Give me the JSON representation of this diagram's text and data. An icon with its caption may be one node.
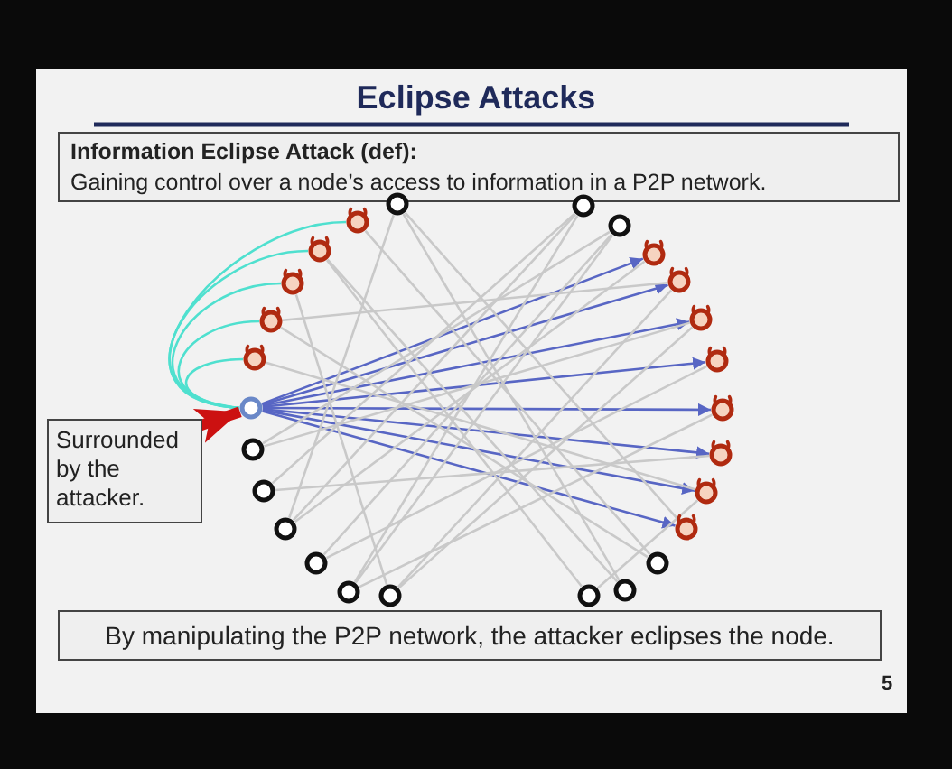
{
  "diagram": {
    "title": "Eclipse Attacks",
    "nodes": [
      {
        "text": [
          "Information Eclipse Attack (def):",
          "Gaining control over a node’s access to information in a P2P network."
        ]
      },
      {
        "text": [],
        "shape": "circle"
      },
      {
        "text": [],
        "shape": "circle"
      },
      {
        "text": [],
        "shape": "circle"
      },
      {
        "text": [],
        "shape": "circle"
      },
      {
        "text": [],
        "shape": "circle"
      },
      {
        "text": [],
        "shape": "circle"
      },
      {
        "text": [],
        "shape": "circle"
      },
      {
        "text": [],
        "shape": "circle"
      },
      {
        "text": [],
        "shape": "circle"
      },
      {
        "text": [],
        "shape": "circle"
      },
      {
        "text": [],
        "shape": "circle"
      },
      {
        "text": [],
        "shape": "circle"
      },
      {
        "text": [],
        "shape": "circle"
      },
      {
        "text": [],
        "shape": "circle"
      },
      {
        "text": [],
        "shape": "circle"
      },
      {
        "text": [],
        "shape": "circle"
      },
      {
        "text": [],
        "shape": "circle"
      },
      {
        "text": [],
        "shape": "circle"
      },
      {
        "text": [],
        "shape": "circle"
      },
      {
        "text": [],
        "shape": "circle"
      },
      {
        "text": [],
        "shape": "circle"
      },
      {
        "text": [],
        "shape": "circle"
      },
      {
        "text": [],
        "shape": "circle"
      },
      {
        "text": [],
        "shape": "circle"
      },
      {
        "text": [],
        "shape": "circle"
      },
      {
        "text": [],
        "shape": "circle"
      },
      {
        "text": [
          "Surrounded by the attacker."
        ]
      },
      {
        "text": [
          "By manipulating the P2P network, the attacker eclipses the node."
        ]
      }
    ],
    "edges": [
      {
        "from": 1,
        "to": 2,
        "arrow": "none",
        "color": "#4fe0cf"
      },
      {
        "from": 1,
        "to": 3,
        "arrow": "none",
        "color": "#4fe0cf"
      },
      {
        "from": 1,
        "to": 4,
        "arrow": "none",
        "color": "#4fe0cf"
      },
      {
        "from": 1,
        "to": 5,
        "arrow": "none",
        "color": "#4fe0cf"
      },
      {
        "from": 1,
        "to": 6,
        "arrow": "none",
        "color": "#4fe0cf"
      },
      {
        "from": 1,
        "to": 10,
        "arrow": "to",
        "color": "#5866c4"
      },
      {
        "from": 1,
        "to": 11,
        "arrow": "to",
        "color": "#5866c4"
      },
      {
        "from": 1,
        "to": 12,
        "arrow": "to",
        "color": "#5866c4"
      },
      {
        "from": 1,
        "to": 13,
        "arrow": "to",
        "color": "#5866c4"
      },
      {
        "from": 1,
        "to": 14,
        "arrow": "to",
        "color": "#5866c4"
      },
      {
        "from": 1,
        "to": 15,
        "arrow": "to",
        "color": "#5866c4"
      },
      {
        "from": 1,
        "to": 16,
        "arrow": "to",
        "color": "#5866c4"
      },
      {
        "from": 1,
        "to": 17,
        "arrow": "to",
        "color": "#5866c4"
      },
      {
        "from": 27,
        "to": 1,
        "arrow": "to",
        "style": "thick",
        "color": "#cc1111"
      },
      {
        "from": 7,
        "to": 19,
        "arrow": "none"
      },
      {
        "from": 7,
        "to": 24,
        "arrow": "none"
      },
      {
        "from": 8,
        "to": 22,
        "arrow": "none"
      },
      {
        "from": 8,
        "to": 25,
        "arrow": "none"
      },
      {
        "from": 9,
        "to": 23,
        "arrow": "none"
      },
      {
        "from": 9,
        "to": 26,
        "arrow": "none"
      },
      {
        "from": 6,
        "to": 18,
        "arrow": "none"
      },
      {
        "from": 5,
        "to": 20,
        "arrow": "none"
      },
      {
        "from": 4,
        "to": 21,
        "arrow": "none"
      },
      {
        "from": 3,
        "to": 11,
        "arrow": "none"
      },
      {
        "from": 2,
        "to": 16,
        "arrow": "none"
      },
      {
        "from": 10,
        "to": 24,
        "arrow": "none"
      },
      {
        "from": 11,
        "to": 21,
        "arrow": "none"
      },
      {
        "from": 12,
        "to": 26,
        "arrow": "none"
      },
      {
        "from": 13,
        "to": 23,
        "arrow": "none"
      },
      {
        "from": 14,
        "to": 22,
        "arrow": "none"
      },
      {
        "from": 15,
        "to": 25,
        "arrow": "none"
      },
      {
        "from": 16,
        "to": 20,
        "arrow": "none"
      },
      {
        "from": 17,
        "to": 7,
        "arrow": "none"
      },
      {
        "from": 18,
        "to": 3,
        "arrow": "none"
      },
      {
        "from": 19,
        "to": 5,
        "arrow": "none"
      },
      {
        "from": 21,
        "to": 12,
        "arrow": "none"
      },
      {
        "from": 22,
        "to": 9,
        "arrow": "none"
      },
      {
        "from": 24,
        "to": 8,
        "arrow": "none"
      }
    ],
    "labels": [
      "5"
    ]
  }
}
